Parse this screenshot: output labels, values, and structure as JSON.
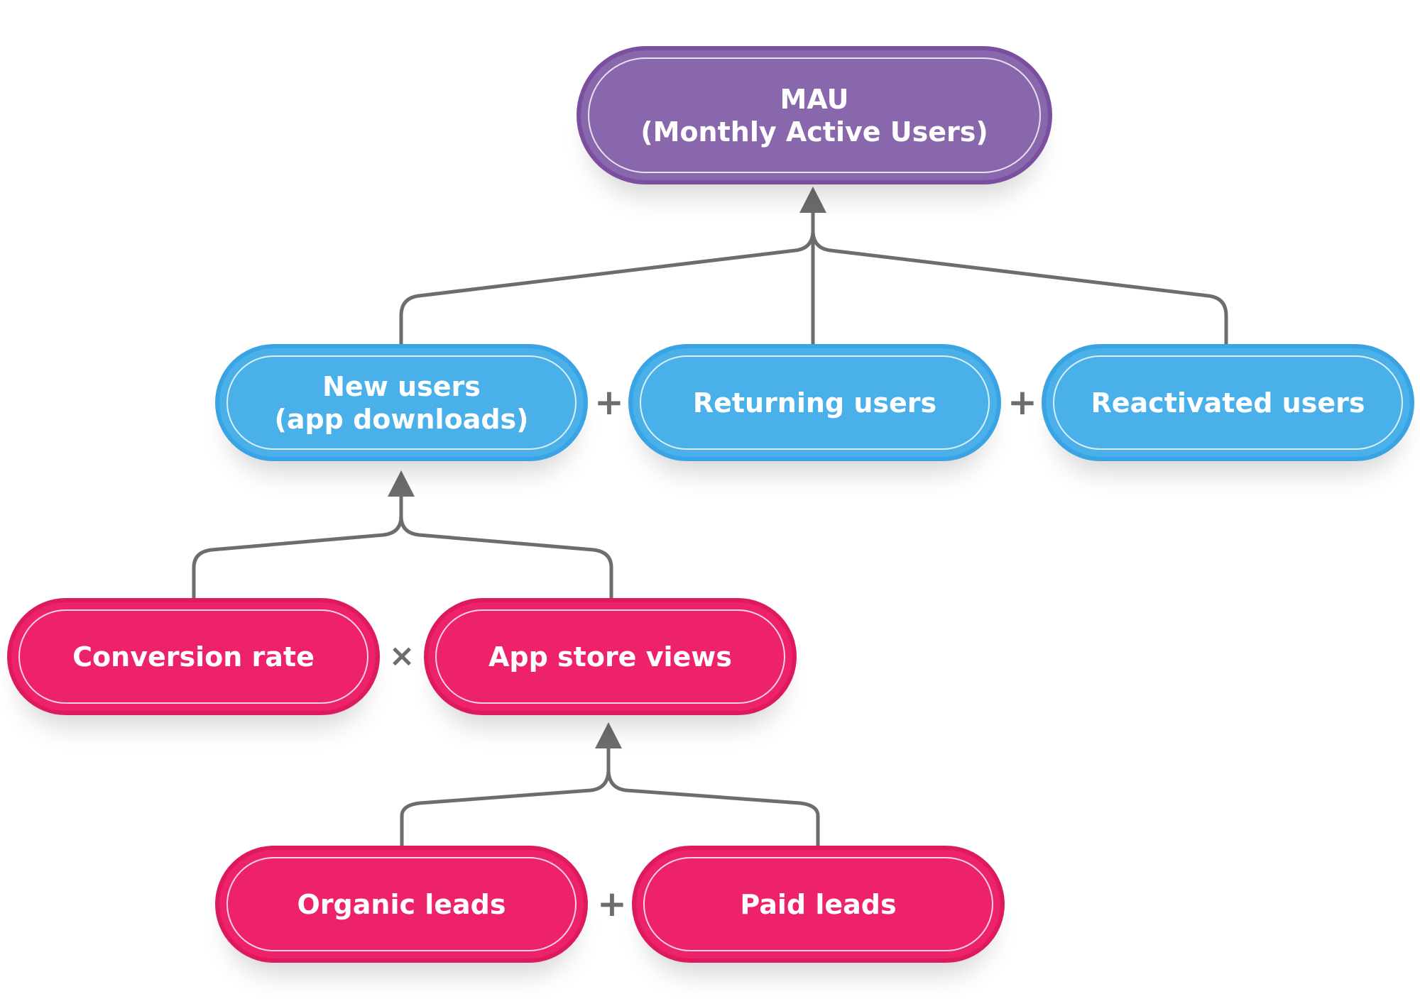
{
  "nodes": {
    "mau": {
      "line1": "MAU",
      "line2": "(Monthly Active Users)"
    },
    "new_users": {
      "line1": "New users",
      "line2": "(app downloads)"
    },
    "returning_users": {
      "label": "Returning users"
    },
    "reactivated_users": {
      "label": "Reactivated users"
    },
    "conversion_rate": {
      "label": "Conversion rate"
    },
    "app_store_views": {
      "label": "App store views"
    },
    "organic_leads": {
      "label": "Organic leads"
    },
    "paid_leads": {
      "label": "Paid leads"
    }
  },
  "operators": {
    "new_plus_returning": "+",
    "returning_plus_reactivated": "+",
    "conversion_times_views": "×",
    "organic_plus_paid": "+"
  },
  "colors": {
    "level1": "#8867ad",
    "level2": "#49b0e9",
    "level3": "#ee226a",
    "connector": "#6d6d6d"
  }
}
